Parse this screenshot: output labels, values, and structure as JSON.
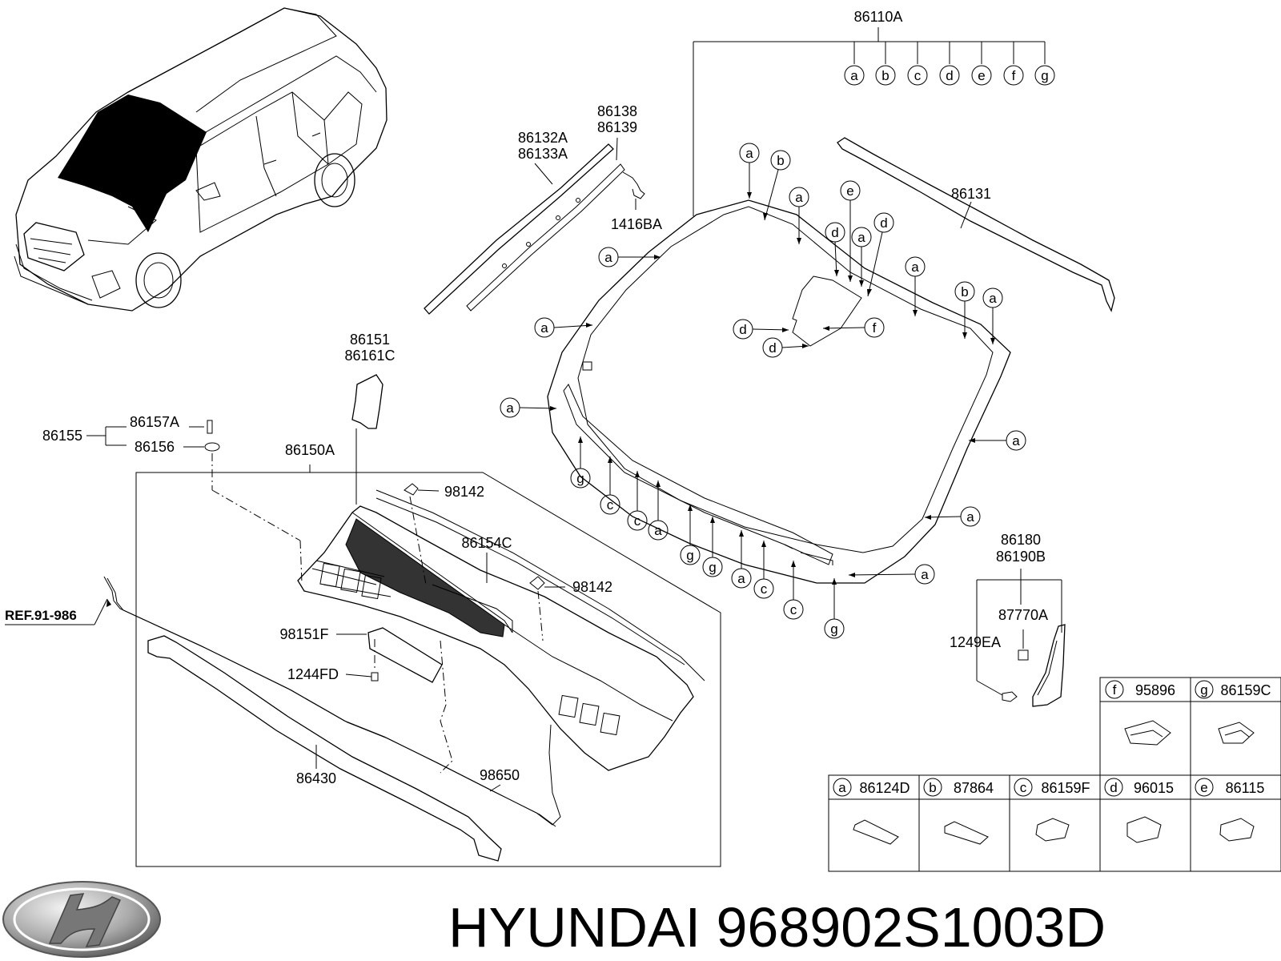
{
  "brand": {
    "text": "HYUNDAI 968902S1003D"
  },
  "ref_label": "REF.91-986",
  "part_labels": {
    "p86110A": "86110A",
    "p86138": "86138",
    "p86139": "86139",
    "p86132A": "86132A",
    "p86133A": "86133A",
    "p1416BA": "1416BA",
    "p86131": "86131",
    "p86151": "86151",
    "p86161C": "86161C",
    "p86157A": "86157A",
    "p86155": "86155",
    "p86156": "86156",
    "p86150A": "86150A",
    "p98142a": "98142",
    "p98142b": "98142",
    "p86154C": "86154C",
    "p98151F": "98151F",
    "p1244FD": "1244FD",
    "p86430": "86430",
    "p98650": "98650",
    "p86180": "86180",
    "p86190B": "86190B",
    "p87770A": "87770A",
    "p1249EA": "1249EA"
  },
  "callout_letters": [
    "a",
    "b",
    "c",
    "d",
    "e",
    "f",
    "g"
  ],
  "legend_top": [
    {
      "letter": "f",
      "part": "95896"
    },
    {
      "letter": "g",
      "part": "86159C"
    }
  ],
  "legend_bottom": [
    {
      "letter": "a",
      "part": "86124D"
    },
    {
      "letter": "b",
      "part": "87864"
    },
    {
      "letter": "c",
      "part": "86159F"
    },
    {
      "letter": "d",
      "part": "96015"
    },
    {
      "letter": "e",
      "part": "86115"
    }
  ]
}
